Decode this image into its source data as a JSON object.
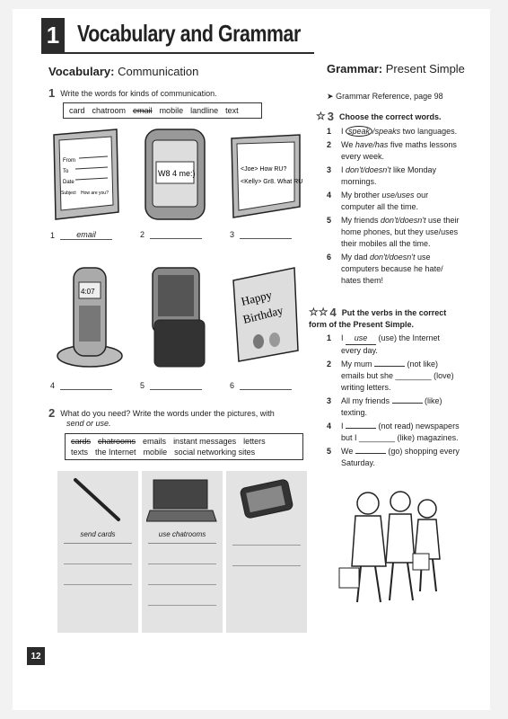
{
  "header": {
    "unit": "1",
    "title": "Vocabulary and Grammar"
  },
  "vocab": {
    "section_bold": "Vocabulary:",
    "section_rest": "Communication",
    "ex1": {
      "num": "1",
      "instruction": "Write the words for kinds of communication.",
      "words": [
        "card",
        "chatroom",
        "email",
        "mobile",
        "landline",
        "text"
      ],
      "answers": [
        {
          "num": "1",
          "value": "email"
        },
        {
          "num": "2",
          "value": ""
        },
        {
          "num": "3",
          "value": ""
        },
        {
          "num": "4",
          "value": ""
        },
        {
          "num": "5",
          "value": ""
        },
        {
          "num": "6",
          "value": ""
        }
      ],
      "screen_email": {
        "from_label": "From",
        "to_label": "To",
        "date_label": "Date",
        "subject_label": "Subject",
        "subject_value": "How are you?"
      },
      "mobile_screen": "W8 4 me:)",
      "chat_lines": [
        "<Joe> How RU?",
        "<Kelly> Gr8. What RU"
      ],
      "phone_time": "4:07",
      "card_text": [
        "Happy",
        "Birthday"
      ]
    },
    "ex2": {
      "num": "2",
      "instruction_line1": "What do you need? Write the words under the pictures, with",
      "instruction_line2": "send or use.",
      "words_row1": [
        "cards",
        "chatrooms",
        "emails",
        "instant messages",
        "letters"
      ],
      "words_row2": [
        "texts",
        "the Internet",
        "mobile",
        "social networking sites"
      ],
      "answers": [
        "send cards",
        "use chatrooms"
      ]
    }
  },
  "grammar": {
    "section_bold": "Grammar:",
    "section_rest": "Present Simple",
    "reference": "Grammar Reference, page 98",
    "ex3": {
      "num": "3",
      "instruction": "Choose the correct words.",
      "items": [
        {
          "n": "1",
          "pre": "I ",
          "opt1": "speak",
          "sep": "/",
          "opt2": "speaks",
          "post": " two languages."
        },
        {
          "n": "2",
          "pre": "We ",
          "opt1": "have",
          "sep": "/",
          "opt2": "has",
          "post": " five maths lessons every week."
        },
        {
          "n": "3",
          "pre": "I ",
          "opt1": "don't",
          "sep": "/",
          "opt2": "doesn't",
          "post": " like Monday mornings."
        },
        {
          "n": "4",
          "pre": "My brother ",
          "opt1": "use",
          "sep": "/",
          "opt2": "uses",
          "post": " our computer all the time."
        },
        {
          "n": "5",
          "pre": "My friends ",
          "opt1": "don't",
          "sep": "/",
          "opt2": "doesn't",
          "post": " use their home phones, but they use/uses their mobiles all the time."
        },
        {
          "n": "6",
          "pre": "My dad ",
          "opt1": "don't",
          "sep": "/",
          "opt2": "doesn't",
          "post": " use computers because he hate/ hates them!"
        }
      ]
    },
    "ex4": {
      "num": "4",
      "instruction": "Put the verbs in the correct form of the Present Simple.",
      "items": [
        {
          "n": "1",
          "a": "I ",
          "gap": "use",
          "b": " (use) the Internet every day."
        },
        {
          "n": "2",
          "a": "My mum ",
          "gap": "",
          "b": " (not like) emails but she ________ (love) writing letters."
        },
        {
          "n": "3",
          "a": "All my friends ",
          "gap": "",
          "b": " (like) texting."
        },
        {
          "n": "4",
          "a": "I ",
          "gap": "",
          "b": " (not read) newspapers but I ________ (like) magazines."
        },
        {
          "n": "5",
          "a": "We ",
          "gap": "",
          "b": " (go) shopping every Saturday."
        }
      ]
    }
  },
  "footer": {
    "page_number": "12"
  }
}
